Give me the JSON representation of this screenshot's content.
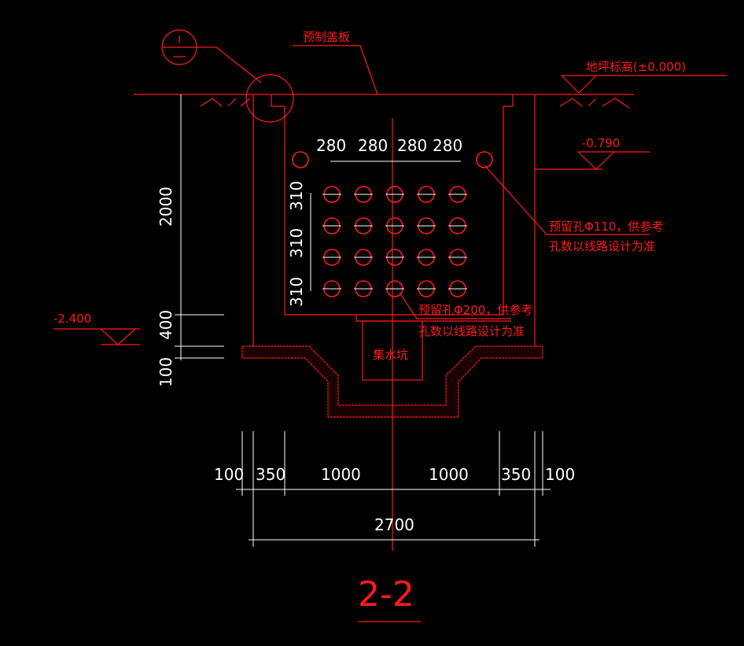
{
  "title": "2-2",
  "labels": {
    "cover_plate": "预制盖板",
    "ground_elevation": "地坪标高(±0.000)",
    "elev_top_hole": "-0.790",
    "elev_bottom": "-2.400",
    "hole110_line1": "预留孔Φ110，供参考",
    "hole110_line2": "孔数以线路设计为准",
    "hole200_line1": "预留孔Φ200，供参考",
    "hole200_line2": "孔数以线路设计为准",
    "sump": "集水坑"
  },
  "dimensions": {
    "hole_spacing_h": [
      "280",
      "280",
      "280",
      "280"
    ],
    "hole_spacing_v": [
      "310",
      "310",
      "310"
    ],
    "left_vertical": [
      "2000",
      "400",
      "100"
    ],
    "bottom": [
      "100",
      "350",
      "1000",
      "1000",
      "350",
      "100"
    ],
    "overall_width": "2700"
  },
  "colors": {
    "line": "#ff1a1a",
    "dim": "#ffffff",
    "background": "#000000"
  }
}
